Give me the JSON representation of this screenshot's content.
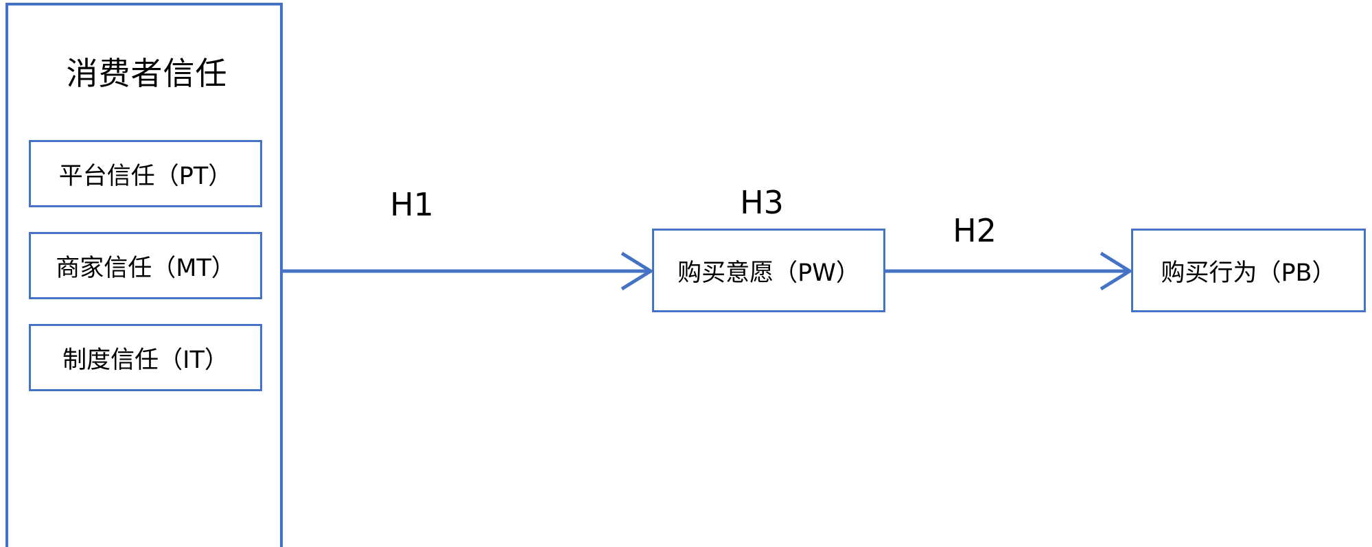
{
  "diagram": {
    "title_block": {
      "label": "消费者信任",
      "constructs": [
        {
          "label": "平台信任（PT）",
          "code": "PT"
        },
        {
          "label": "商家信任（MT）",
          "code": "MT"
        },
        {
          "label": "制度信任（IT）",
          "code": "IT"
        }
      ]
    },
    "nodes": [
      {
        "id": "PW",
        "label": "购买意愿（PW）"
      },
      {
        "id": "PB",
        "label": "购买行为（PB）"
      }
    ],
    "hypotheses": [
      {
        "id": "H1",
        "label": "H1",
        "from": "消费者信任",
        "to": "购买意愿（PW）"
      },
      {
        "id": "H3",
        "label": "H3",
        "from": "消费者信任",
        "to": "购买行为（PB）"
      },
      {
        "id": "H2",
        "label": "H2",
        "from": "购买意愿（PW）",
        "to": "购买行为（PB）"
      }
    ],
    "colors": {
      "border": "#4472C4",
      "arrow": "#4472C4",
      "text": "#000000",
      "background": "#FFFFFF"
    }
  }
}
